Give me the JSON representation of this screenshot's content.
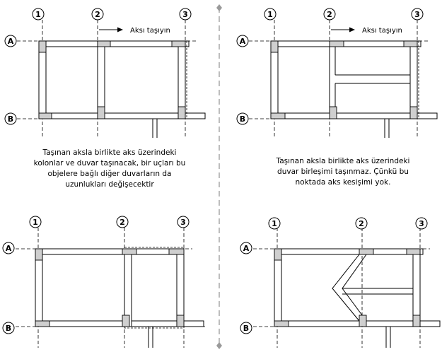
{
  "axes": {
    "col1": "1",
    "col2": "2",
    "col3": "3",
    "rowA": "A",
    "rowB": "B"
  },
  "arrow_label": "Aksı taşıyın",
  "captions": {
    "left": [
      "Taşınan aksla birlikte aks üzerindeki",
      "kolonlar ve duvar taşınacak, bir uçları bu",
      "objelere bağlı diğer duvarların da",
      "uzunlukları değişecektir"
    ],
    "right": [
      "Taşınan aksla birlikte aks üzerindeki",
      "duvar birleşimi taşınmaz. Çünkü bu",
      "noktada aks kesişimi yok."
    ]
  }
}
